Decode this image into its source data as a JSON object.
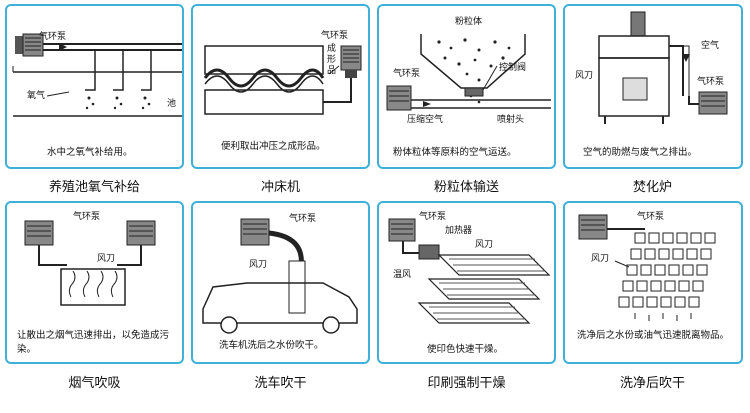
{
  "panels": [
    {
      "title": "养殖池氧气补给",
      "labels": {
        "pump": "气环泵",
        "oxygen": "氧气",
        "pool": "池"
      },
      "caption": "水中之氧气补给用。"
    },
    {
      "title": "冲床机",
      "labels": {
        "pump": "气环泵",
        "product": "成形品"
      },
      "caption": "便利取出冲压之成形品。"
    },
    {
      "title": "粉粒体输送",
      "labels": {
        "powder": "粉粒体",
        "pump": "气环泵",
        "valve": "控制阀",
        "air": "压缩空气",
        "nozzle": "喷射头"
      },
      "caption": "粉体粒体等原料的空气运送。"
    },
    {
      "title": "焚化炉",
      "labels": {
        "air": "空气",
        "blade": "风刀",
        "pump": "气环泵"
      },
      "caption": "空气的助燃与废气之排出。"
    },
    {
      "title": "烟气吹吸",
      "labels": {
        "pump": "气环泵",
        "blade": "风刀"
      },
      "caption": "让散出之烟气迅速排出，以免造成污染。"
    },
    {
      "title": "洗车吹干",
      "labels": {
        "pump": "气环泵",
        "blade": "风刀"
      },
      "caption": "洗车机洗后之水份吹干。"
    },
    {
      "title": "印刷强制干燥",
      "labels": {
        "pump": "气环泵",
        "heater": "加热器",
        "blade": "风刀",
        "warm": "温风"
      },
      "caption": "使印色快速干燥。"
    },
    {
      "title": "洗净后吹干",
      "labels": {
        "pump": "气环泵",
        "blade": "风刀"
      },
      "caption": "洗净后之水份或油气迅速脱离物品。"
    }
  ]
}
